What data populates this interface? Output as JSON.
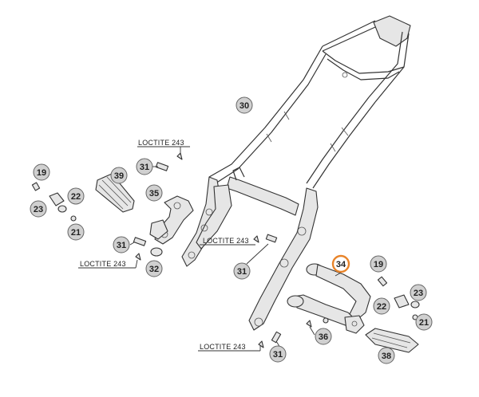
{
  "callouts": {
    "c30": "30",
    "c31a": "31",
    "c39": "39",
    "c19a": "19",
    "c22a": "22",
    "c23a": "23",
    "c21a": "21",
    "c35": "35",
    "c31b": "31",
    "c32": "32",
    "c31c": "31",
    "c34": "34",
    "c19b": "19",
    "c23b": "23",
    "c22b": "22",
    "c21b": "21",
    "c36": "36",
    "c38": "38",
    "c31d": "31"
  },
  "notes": {
    "loctite_1": "LOCTITE 243",
    "loctite_2": "LOCTITE 243",
    "loctite_3": "LOCTITE 243",
    "loctite_4": "LOCTITE 243"
  },
  "highlight_color": "#e8842a"
}
